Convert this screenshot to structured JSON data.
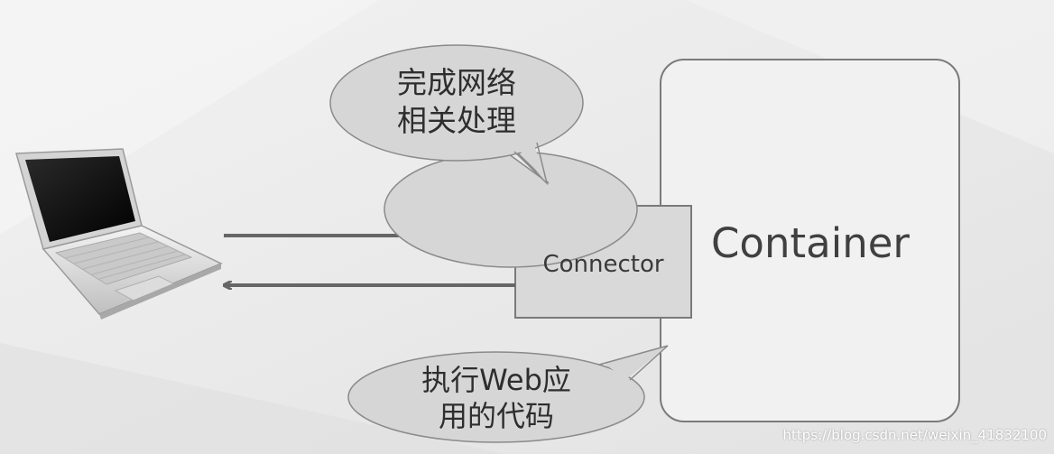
{
  "diagram": {
    "container_label": "Container",
    "connector_label": "Connector",
    "top_bubble": {
      "line1": "完成网络",
      "line2": "相关处理"
    },
    "bottom_bubble": {
      "line1": "执行Web应",
      "line2": "用的代码"
    },
    "client_icon": "laptop-icon"
  },
  "watermark": "https://blog.csdn.net/weixin_41832100",
  "colors": {
    "background": "#ebebeb",
    "box_fill": "#f1f1f1",
    "box_stroke": "#7a7a7a",
    "connector_fill": "#d9d9d9",
    "bubble_fill": "#d6d6d6",
    "arrow": "#666666"
  }
}
